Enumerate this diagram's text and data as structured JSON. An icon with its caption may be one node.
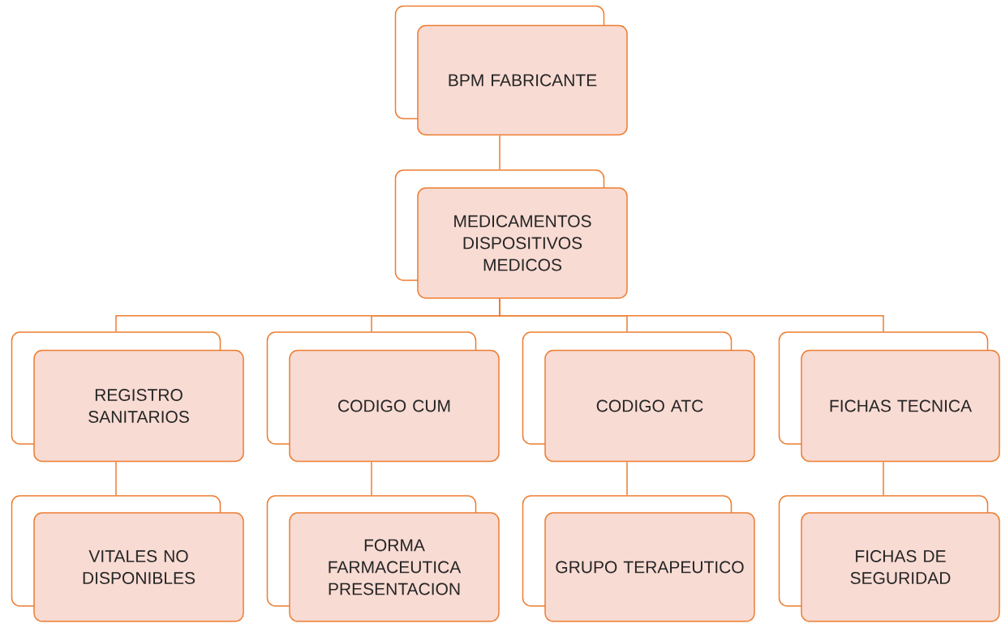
{
  "diagram": {
    "nodes": [
      {
        "text": [
          "BPM FABRICANTE"
        ]
      },
      {
        "text": [
          "MEDICAMENTOS DISPOSITIVOS MEDICOS"
        ]
      },
      {
        "text": [
          "REGISTRO SANITARIOS"
        ]
      },
      {
        "text": [
          "CODIGO CUM"
        ]
      },
      {
        "text": [
          "CODIGO ATC"
        ]
      },
      {
        "text": [
          "FICHAS TECNICA"
        ]
      },
      {
        "text": [
          "VITALES NO DISPONIBLES"
        ]
      },
      {
        "text": [
          "FORMA FARMACEUTICA PRESENTACION"
        ]
      },
      {
        "text": [
          "GRUPO TERAPEUTICO"
        ]
      },
      {
        "text": [
          "FICHAS DE SEGURIDAD"
        ]
      }
    ],
    "edges": [
      {
        "from": 0,
        "to": 1,
        "arrow": "none"
      },
      {
        "from": 1,
        "to": 2,
        "arrow": "none"
      },
      {
        "from": 1,
        "to": 3,
        "arrow": "none"
      },
      {
        "from": 1,
        "to": 4,
        "arrow": "none"
      },
      {
        "from": 1,
        "to": 5,
        "arrow": "none"
      },
      {
        "from": 2,
        "to": 6,
        "arrow": "none"
      },
      {
        "from": 3,
        "to": 7,
        "arrow": "none"
      },
      {
        "from": 4,
        "to": 8,
        "arrow": "none"
      },
      {
        "from": 5,
        "to": 9,
        "arrow": "none"
      }
    ]
  }
}
